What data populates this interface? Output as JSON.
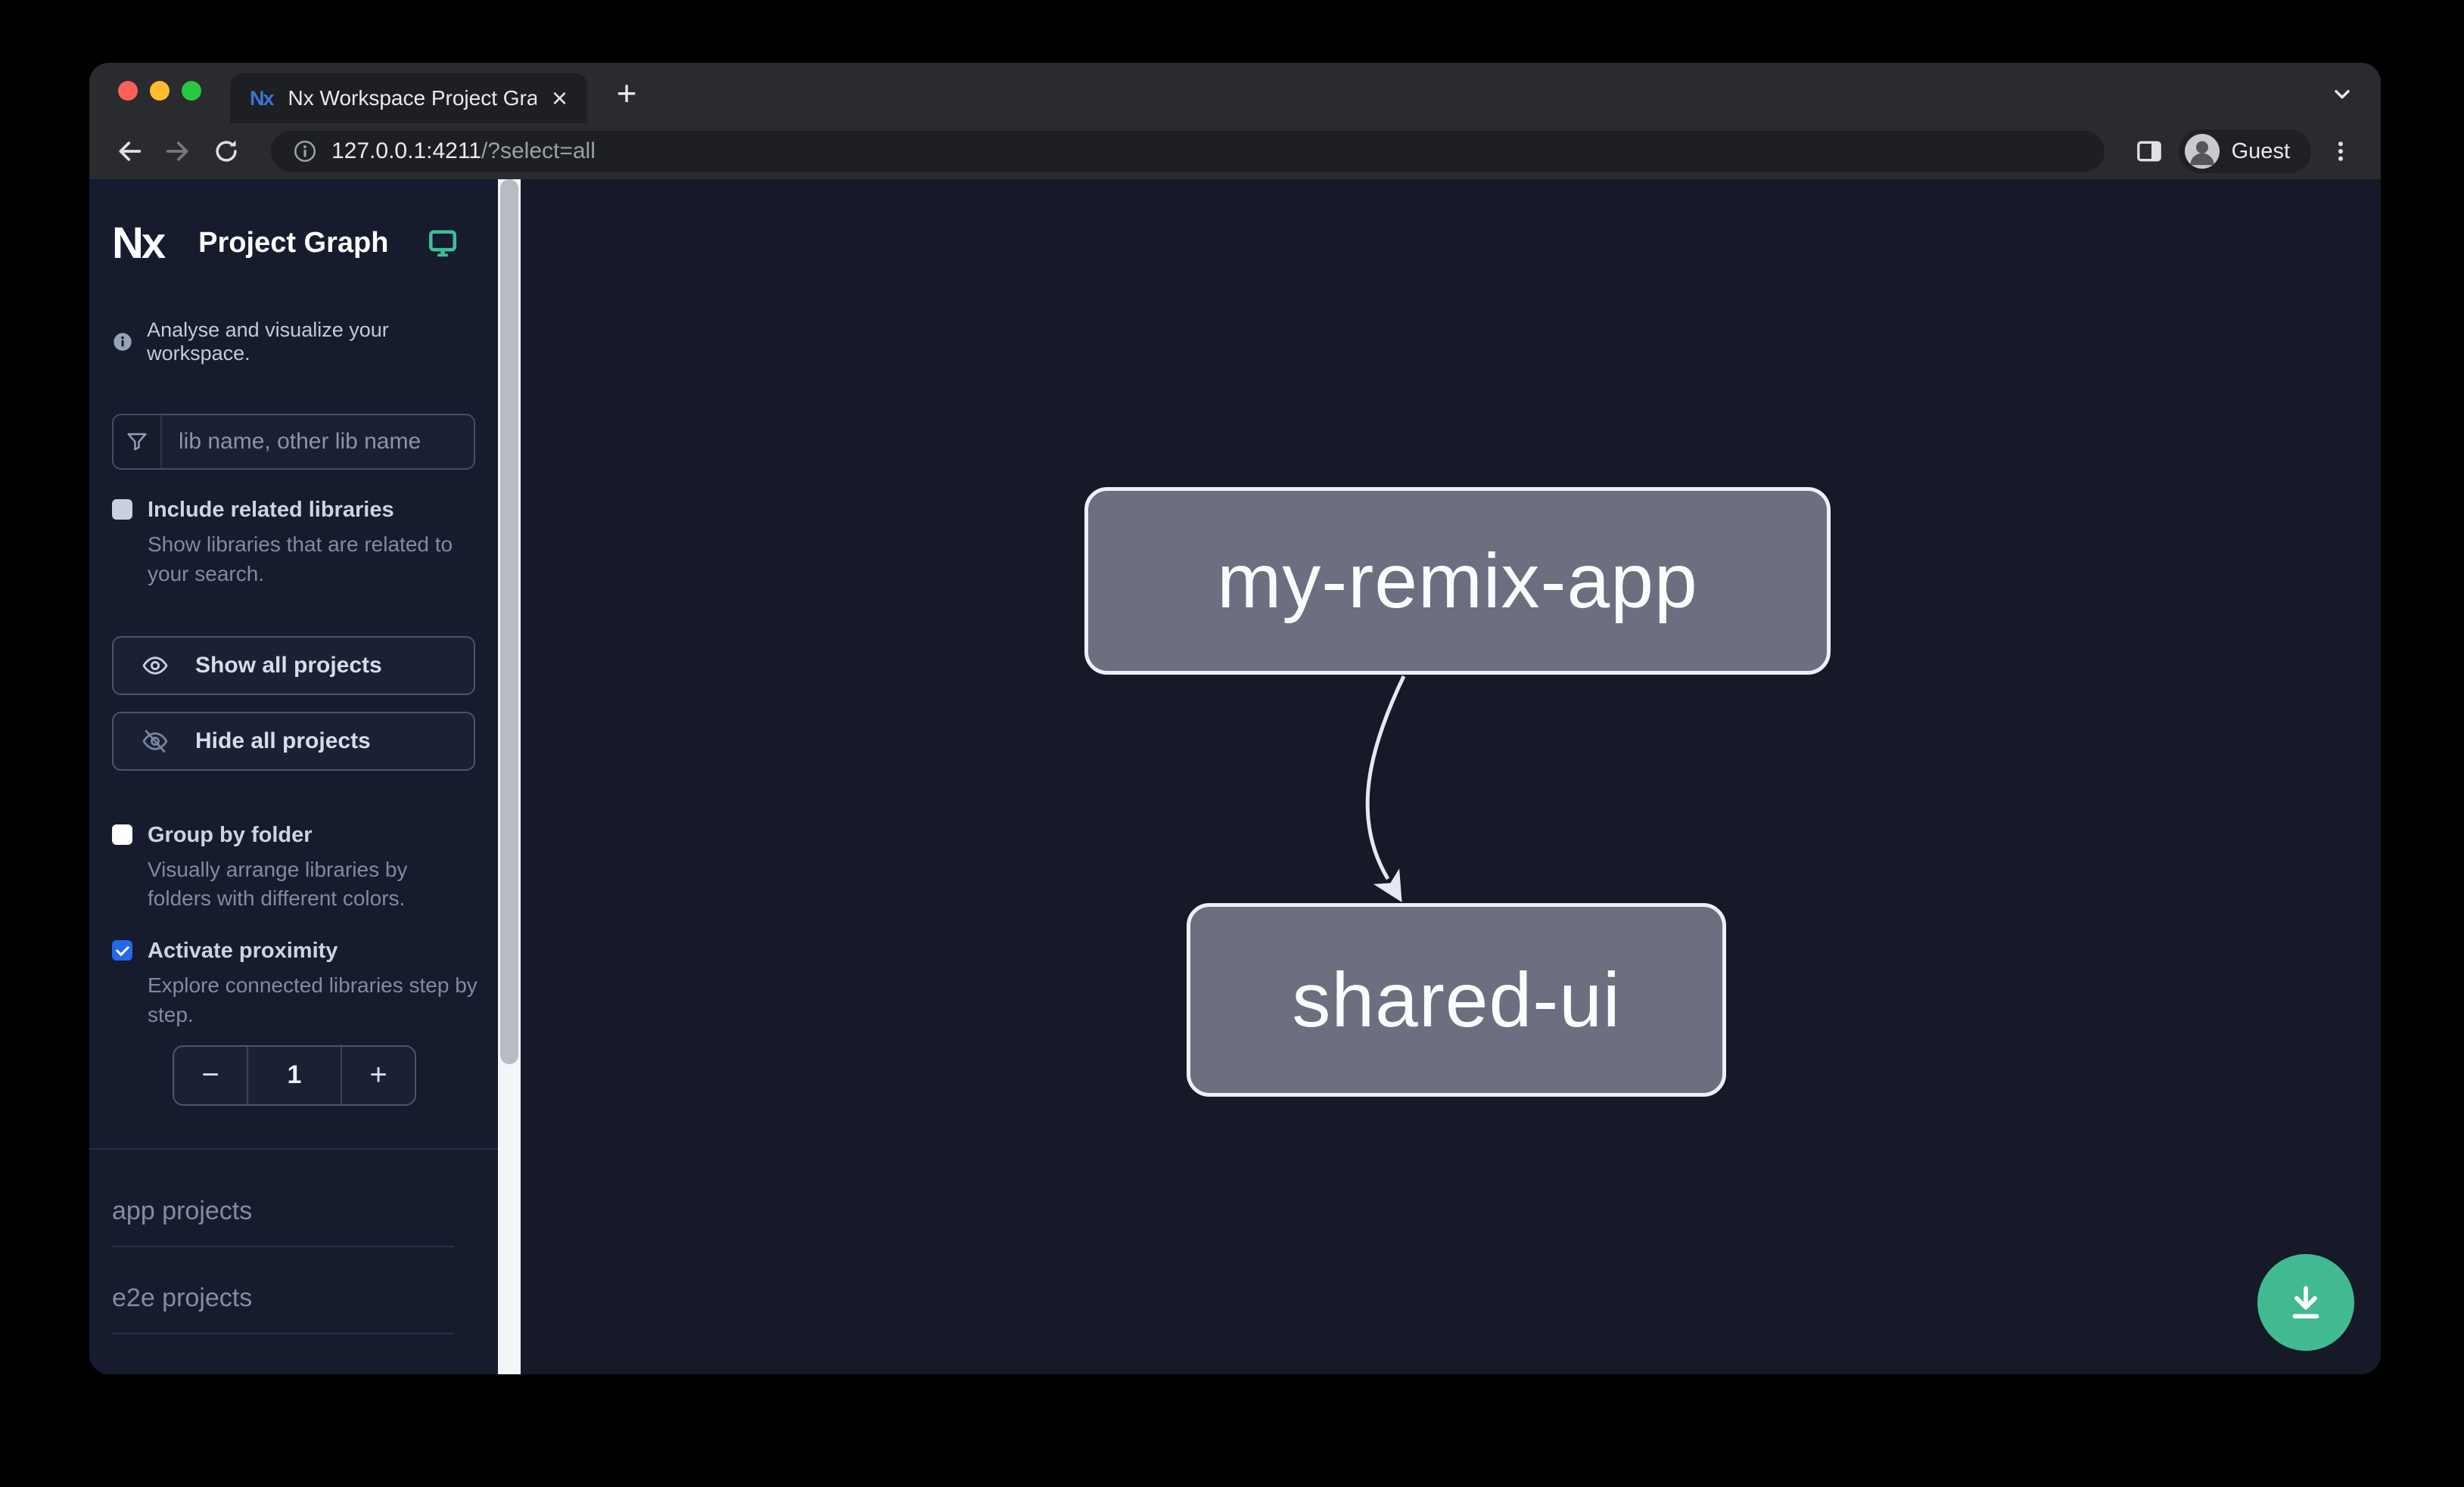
{
  "browser": {
    "tab_title": "Nx Workspace Project Graph",
    "close_tab_label": "×",
    "new_tab_label": "+",
    "url_host": "127.0.0.1:4211",
    "url_path": "/?select=all",
    "profile_label": "Guest"
  },
  "sidebar": {
    "logo_text": "Nx",
    "title": "Project Graph",
    "tagline": "Analyse and visualize your workspace.",
    "filter_placeholder": "lib name, other lib name",
    "filter_value": "",
    "include_related": {
      "label": "Include related libraries",
      "description": "Show libraries that are related to your search.",
      "checked": false
    },
    "show_all_label": "Show all projects",
    "hide_all_label": "Hide all projects",
    "group_by_folder": {
      "label": "Group by folder",
      "description": "Visually arrange libraries by folders with different colors.",
      "checked": false
    },
    "activate_proximity": {
      "label": "Activate proximity",
      "description": "Explore connected libraries step by step.",
      "checked": true
    },
    "proximity_stepper": {
      "decrement_label": "−",
      "value": "1",
      "increment_label": "+"
    },
    "section_headers": [
      "app projects",
      "e2e projects"
    ]
  },
  "graph": {
    "nodes": [
      {
        "label": "my-remix-app"
      },
      {
        "label": "shared-ui"
      }
    ],
    "edges": [
      {
        "from": "my-remix-app",
        "to": "shared-ui"
      }
    ]
  },
  "colors": {
    "accent_teal": "#41ba92",
    "checkbox_checked_blue": "#2468eb",
    "node_fill": "#6b6f7f",
    "canvas_bg": "#151928",
    "sidebar_bg": "#171b2e",
    "chrome_frame": "#2a2b2f"
  }
}
